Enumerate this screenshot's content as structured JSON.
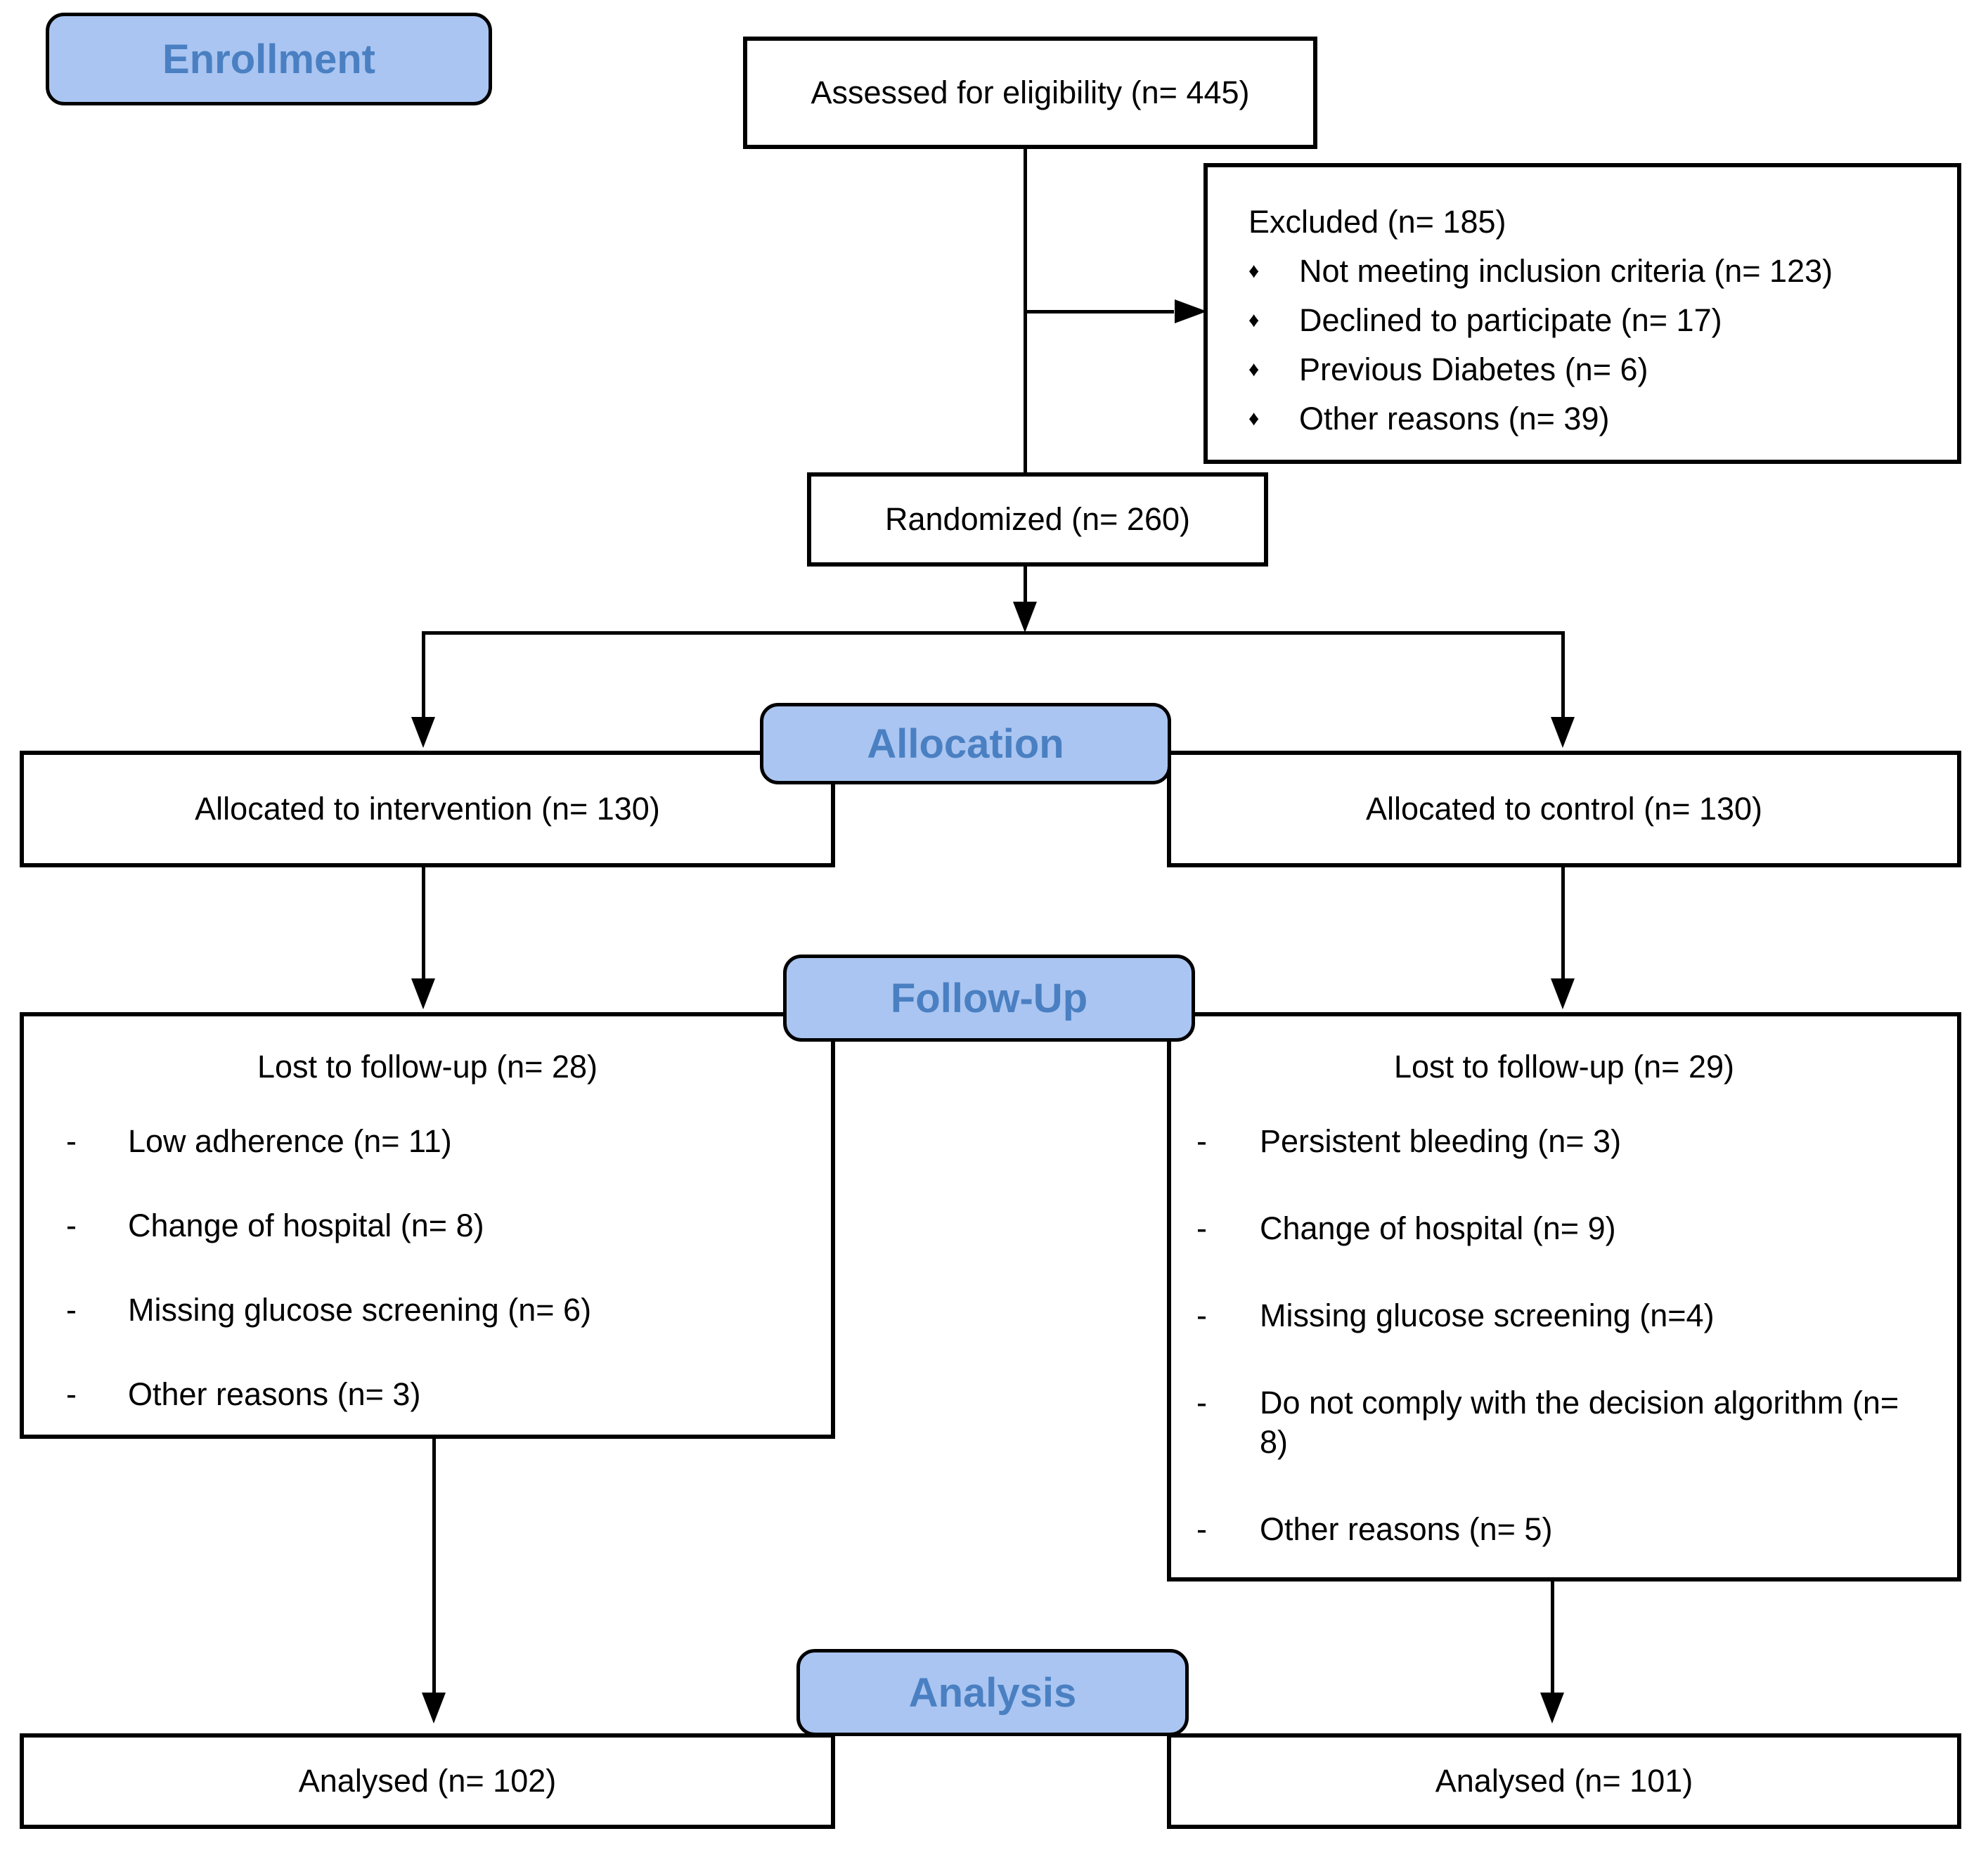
{
  "diagram": {
    "stages": {
      "enrollment": "Enrollment",
      "allocation": "Allocation",
      "follow_up": "Follow-Up",
      "analysis": "Analysis"
    },
    "assessed": {
      "label": "Assessed for eligibility (n= 445)"
    },
    "excluded": {
      "title": "Excluded (n= 185)",
      "bullet": "♦",
      "items": [
        "Not meeting inclusion criteria (n= 123)",
        "Declined to participate (n= 17)",
        "Previous Diabetes (n= 6)",
        "Other reasons (n= 39)"
      ]
    },
    "randomized": {
      "label": "Randomized (n= 260)"
    },
    "allocated_intervention": {
      "label": "Allocated to intervention (n= 130)"
    },
    "allocated_control": {
      "label": "Allocated to control (n= 130)"
    },
    "lost_intervention": {
      "title": "Lost to follow-up (n= 28)",
      "bullet": "-",
      "items": [
        "Low adherence (n= 11)",
        "Change of hospital (n= 8)",
        "Missing glucose screening (n= 6)",
        "Other reasons (n= 3)"
      ]
    },
    "lost_control": {
      "title": "Lost to follow-up (n= 29)",
      "bullet": "-",
      "items": [
        "Persistent bleeding (n= 3)",
        "Change of hospital (n= 9)",
        "Missing glucose screening (n=4)",
        "Do not comply with the decision algorithm (n= 8)",
        "Other reasons (n= 5)"
      ]
    },
    "analysed_intervention": {
      "label": "Analysed (n= 102)"
    },
    "analysed_control": {
      "label": "Analysed (n= 101)"
    },
    "colors": {
      "badge_fill": "#aac5f1",
      "badge_text": "#4a80c2",
      "line": "#000000"
    }
  }
}
